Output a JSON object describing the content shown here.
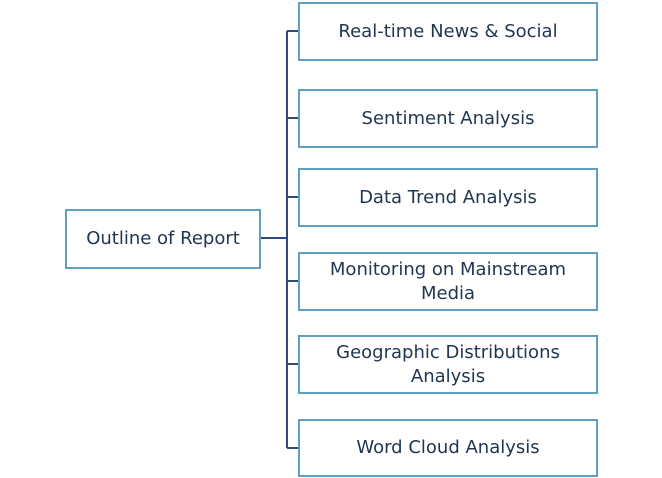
{
  "colors": {
    "box_border": "#5f9fbf",
    "connector": "#2f4a7a",
    "text": "#1f3550",
    "background": "#ffffff"
  },
  "root": {
    "label": "Outline of Report"
  },
  "children": [
    {
      "label": "Real-time News & Social"
    },
    {
      "label": "Sentiment Analysis"
    },
    {
      "label": "Data Trend Analysis"
    },
    {
      "label": "Monitoring on Mainstream Media"
    },
    {
      "label": "Geographic Distributions Analysis"
    },
    {
      "label": "Word Cloud Analysis"
    }
  ]
}
